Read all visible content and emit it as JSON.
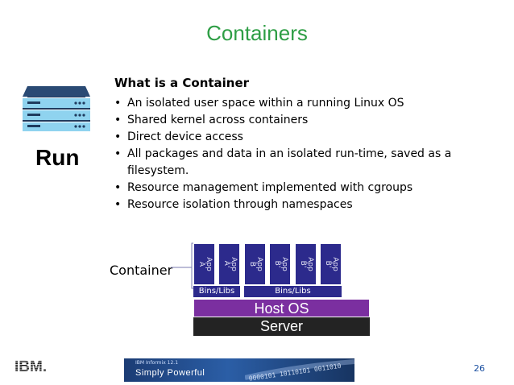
{
  "slide": {
    "title": "Containers",
    "left_label": "Run",
    "heading": "What is a Container",
    "bullets": [
      "An isolated user space within a running Linux OS",
      "Shared kernel across containers",
      "Direct device access",
      "All packages and data in an isolated run-time, saved as a filesystem.",
      "Resource management implemented with cgroups",
      "Resource isolation through namespaces"
    ],
    "page_number": "26"
  },
  "diagram": {
    "container_label": "Container",
    "apps": [
      "App\nA",
      "App\nA'",
      "App\nB",
      "App\nB'",
      "App\nB'",
      "App\nB'"
    ],
    "bins_left": "Bins/Libs",
    "bins_right": "Bins/Libs",
    "host_os": "Host OS",
    "server": "Server"
  },
  "footer": {
    "logo": "IBM.",
    "banner_line1": "IBM Informix 12.1",
    "banner_line2": "Simply Powerful",
    "banner_deco": "0000101 10110101 0011010"
  },
  "colors": {
    "title": "#2e9e45",
    "app_block": "#2c2a8c",
    "host_os": "#7b2fa0",
    "server": "#232323",
    "page_number": "#1a4fa0"
  },
  "icons": {
    "server_icon": "server-rack-icon"
  }
}
